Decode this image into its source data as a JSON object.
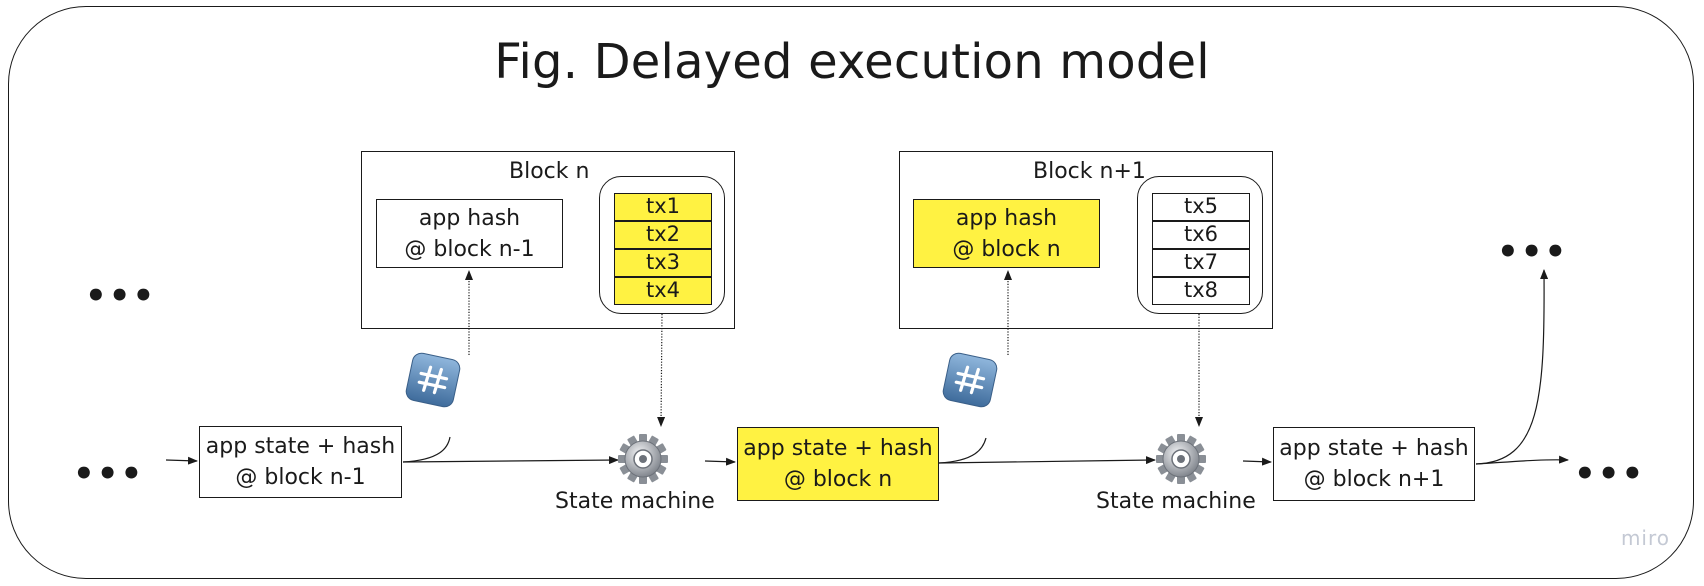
{
  "title": "Fig. Delayed execution model",
  "block_n": {
    "label": "Block n",
    "app_hash": [
      "app hash",
      "@ block n-1"
    ],
    "txs": [
      "tx1",
      "tx2",
      "tx3",
      "tx4"
    ]
  },
  "block_n1": {
    "label": "Block n+1",
    "app_hash": [
      "app hash",
      "@ block n"
    ],
    "txs": [
      "tx5",
      "tx6",
      "tx7",
      "tx8"
    ]
  },
  "states": [
    [
      "app state + hash",
      "@ block n-1"
    ],
    [
      "app state + hash",
      "@ block n"
    ],
    [
      "app state + hash",
      "@ block n+1"
    ]
  ],
  "state_machine_label": "State machine",
  "ellipsis": "•••",
  "watermark": "miro",
  "colors": {
    "highlight": "#fff242",
    "stroke": "#1a1a1a",
    "hash_icon": "#4f7fae",
    "gear": "#8a8f96"
  },
  "icons": [
    "hash-icon",
    "gear-icon",
    "arrow-icon"
  ]
}
